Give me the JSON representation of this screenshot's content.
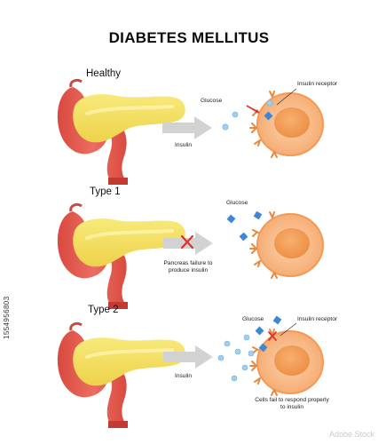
{
  "title": "DIABETES MELLITUS",
  "colors": {
    "pancreas_body": "#f0dc55",
    "duodenum": "#e8645a",
    "cell_membrane": "#f7b27a",
    "nucleus": "#f19a55",
    "receptor": "#e98a3a",
    "glucose": "#4a8fd8",
    "insulin_dot": "#9fd0ee",
    "arrow": "#cfcfcf",
    "block_x": "#e0302a"
  },
  "sections": [
    {
      "label": "Healthy",
      "arrow_caption": "Insulin",
      "glucose_label": "Glucose",
      "receptor_label": "Insulin receptor",
      "cell_caption": ""
    },
    {
      "label": "Type 1",
      "arrow_caption": "Pancreas failure to produce insulin",
      "glucose_label": "Glucose",
      "receptor_label": "",
      "cell_caption": ""
    },
    {
      "label": "Type 2",
      "arrow_caption": "Insulin",
      "glucose_label": "Glucose",
      "receptor_label": "Insulin receptor",
      "cell_caption": "Cells fail to respond properly to insulin"
    }
  ],
  "stock_id": "1554956803",
  "watermark": "Adobe Stock"
}
